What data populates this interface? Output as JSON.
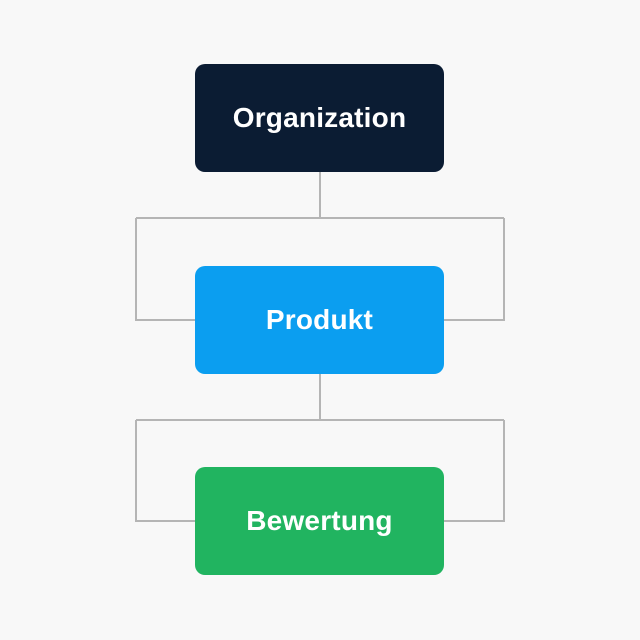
{
  "diagram": {
    "nodes": [
      {
        "id": "organization",
        "label": "Organization",
        "color": "#0b1c33"
      },
      {
        "id": "produkt",
        "label": "Produkt",
        "color": "#0b9ef0"
      },
      {
        "id": "bewertung",
        "label": "Bewertung",
        "color": "#21b460"
      }
    ],
    "edges": [
      {
        "from": "organization",
        "to": "produkt"
      },
      {
        "from": "produkt",
        "to": "bewertung"
      }
    ],
    "connector_color": "#b5b5b5",
    "background_color": "#f8f8f8"
  }
}
